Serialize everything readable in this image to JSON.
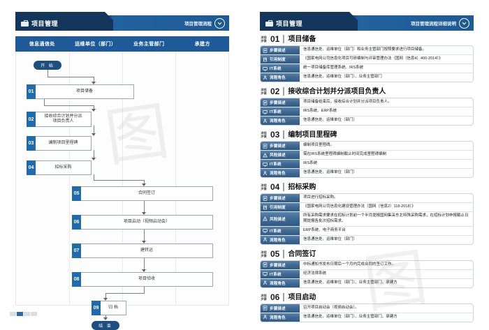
{
  "left_panel": {
    "header": {
      "title": "项目管理",
      "icon": "briefcase-icon",
      "right_label": "项目管理流程",
      "right_icon": "chevron-down-circle-icon"
    },
    "columns": [
      "信息通信处",
      "运维单位（部门）",
      "业务主管部门",
      "承建方"
    ],
    "start_node": "开 始",
    "end_node": "结 束",
    "nodes": [
      {
        "num": "01",
        "label": "项目储备"
      },
      {
        "num": "02",
        "label": "接收综合计划并分派\n项目负责人"
      },
      {
        "num": "03",
        "label": "编制项目里程碑"
      },
      {
        "num": "04",
        "label": "招标采购"
      },
      {
        "num": "05",
        "label": "合同签订"
      },
      {
        "num": "06",
        "label": "项目启动（视频启动会）"
      },
      {
        "num": "07",
        "label": "建转运"
      },
      {
        "num": "08",
        "label": "项目验收"
      },
      {
        "num": "09",
        "label": "归 档"
      }
    ]
  },
  "right_panel": {
    "header": {
      "title": "项目管理",
      "icon": "briefcase-icon",
      "right_label": "项目管理流程详细说明",
      "right_icon": "chevron-down-circle-icon"
    },
    "kicker": "流程\n步骤",
    "sections": [
      {
        "num": "01",
        "title": "项目储备",
        "rows": [
          {
            "icon": "doc-icon",
            "label": "步骤描述",
            "value": "信息通信处、运维单位（部门）和业务主管部门按照要求进行项目储备。"
          },
          {
            "icon": "book-icon",
            "label": "引用制度",
            "value": "《国家电网公司信息化项目可研编制与评审管理办法（国网（信息4）400-2014）》"
          },
          {
            "icon": "monitor-icon",
            "label": "IT系统",
            "value": "统一项目储备库管理系统、IRS系统"
          },
          {
            "icon": "person-icon",
            "label": "流程角色",
            "value": "信息通信处、运维单位（部门）、业务主管部门"
          }
        ]
      },
      {
        "num": "02",
        "title": "接收综合计划并分派项目负责人",
        "rows": [
          {
            "icon": "doc-icon",
            "label": "步骤描述",
            "value": "项目储备结束后，接收综合计划并分派项目负责人。"
          },
          {
            "icon": "monitor-icon",
            "label": "IT系统",
            "value": "IRS系统、ERP系统"
          },
          {
            "icon": "person-icon",
            "label": "流程角色",
            "value": "信息通信处、运维单位（部门）"
          }
        ]
      },
      {
        "num": "03",
        "title": "编制项目里程碑",
        "rows": [
          {
            "icon": "doc-icon",
            "label": "步骤描述",
            "value": "编制项目里程碑。"
          },
          {
            "icon": "warn-icon",
            "label": "风险描述",
            "value": "需在IRS系统里程碑编制截止时间完成里程碑编制"
          },
          {
            "icon": "monitor-icon",
            "label": "IT系统",
            "value": "IRS系统"
          },
          {
            "icon": "person-icon",
            "label": "流程角色",
            "value": "信息通信处、运维单位（部门）"
          }
        ]
      },
      {
        "num": "04",
        "title": "招标采购",
        "rows": [
          {
            "icon": "doc-icon",
            "label": "步骤描述",
            "value": "项目进行招标采购。"
          },
          {
            "icon": "book-icon",
            "label": "引用制度",
            "value": "《国家电网公司信息化建设管理办法（国网（信息2）118-2018）》"
          },
          {
            "icon": "warn-icon",
            "label": "风险描述",
            "value": "所有采购需求要求在招标计划前一个半月提报国网集采东北特殊采购需求，在招标计划申报截止日期提报各批次招标需求。"
          },
          {
            "icon": "monitor-icon",
            "label": "IT系统",
            "value": "ERP系统、电子商务平台"
          },
          {
            "icon": "person-icon",
            "label": "流程角色",
            "value": "信息通信处、运维单位（部门）"
          }
        ]
      },
      {
        "num": "05",
        "title": "合同签订",
        "rows": [
          {
            "icon": "doc-icon",
            "label": "步骤描述",
            "value": "中标通知书发布日期后一个月内完成合同的签订工作。"
          },
          {
            "icon": "monitor-icon",
            "label": "IT系统",
            "value": "经济法律系统"
          },
          {
            "icon": "person-icon",
            "label": "流程角色",
            "value": "信息通信处、运维单位（部门）、业务主管部门、承建方"
          }
        ]
      },
      {
        "num": "06",
        "title": "项目启动",
        "rows": [
          {
            "icon": "doc-icon",
            "label": "步骤描述",
            "value": "召开项目启动会（视频启动会）。"
          },
          {
            "icon": "person-icon",
            "label": "流程角色",
            "value": "信息通信处、运维单位（部门）、业务主管部门、承建方"
          }
        ]
      }
    ]
  },
  "watermark": "图"
}
